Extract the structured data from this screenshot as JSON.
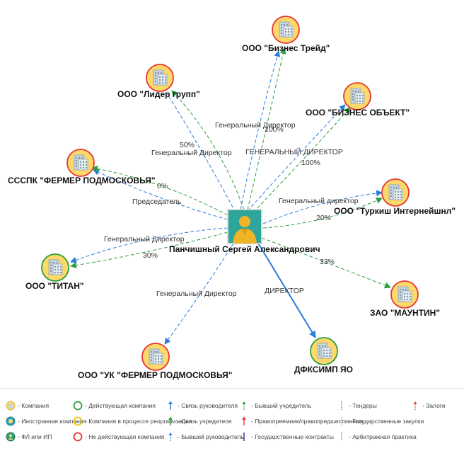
{
  "center": {
    "name": "Панчишный Сергей Александрович"
  },
  "nodes": [
    {
      "id": "lider",
      "label": "ООО \"Лидер групп\"",
      "ring": "#e53935"
    },
    {
      "id": "bt",
      "label": "ООО \"Бизнес Трейд\"",
      "ring": "#e53935"
    },
    {
      "id": "bo",
      "label": "ООО \"БИЗНЕС ОБЪЕКТ\"",
      "ring": "#e53935"
    },
    {
      "id": "sss",
      "label": "СССПК \"ФЕРМЕР ПОДМОСКОВЬЯ\"",
      "ring": "#e53935"
    },
    {
      "id": "turk",
      "label": "ООО \"Туркиш Интернейшнл\"",
      "ring": "#e53935"
    },
    {
      "id": "titan",
      "label": "ООО \"ТИТАН\"",
      "ring": "#2e9e3e"
    },
    {
      "id": "maun",
      "label": "ЗАО \"МАУНТИН\"",
      "ring": "#e53935"
    },
    {
      "id": "uk",
      "label": "ООО \"УК \"ФЕРМЕР ПОДМОСКОВЬЯ\"",
      "ring": "#e53935"
    },
    {
      "id": "dfk",
      "label": "ДФКСИМП ЯО",
      "ring": "#2e9e3e"
    }
  ],
  "edge_labels": {
    "lider_share": "50%",
    "lider_role": "Генеральный Директор",
    "bt_role": "Генеральный Директор",
    "bt_share": "100%",
    "bo_role": "ГЕНЕРАЛЬНЫЙ ДИРЕКТОР",
    "bo_share": "100%",
    "sss_share": "0%",
    "sss_role": "Председатель",
    "turk_role": "Генеральный директор",
    "turk_share": "20%",
    "titan_role": "Генеральный Директор",
    "titan_share": "30%",
    "maun_share": "33%",
    "uk_role": "Генеральный Директор",
    "dfk_role": "ДИРЕКТОР"
  },
  "colors": {
    "manager_link": "#2b7bd9",
    "founder_link": "#2e9e3e",
    "active_ring": "#2e9e3e",
    "inactive_ring": "#e53935",
    "reorg_ring": "#f2c200"
  },
  "legend": [
    {
      "label": "- Компания",
      "icon": "company-icon"
    },
    {
      "label": "- Иностранная компания",
      "icon": "foreign-company-icon"
    },
    {
      "label": "- ФЛ или ИП",
      "icon": "person-icon"
    },
    {
      "label": "- Действующая компания",
      "icon": "green-ring-icon"
    },
    {
      "label": "- Компания в процессе реорганизации",
      "icon": "yellow-ring-icon"
    },
    {
      "label": "- Не действующая компания",
      "icon": "red-ring-icon"
    },
    {
      "label": "- Связь руководителя",
      "icon": "blue-arrow-icon"
    },
    {
      "label": "- Связь учредителя",
      "icon": "green-arrow-icon"
    },
    {
      "label": "- Бывший руководитель",
      "icon": "blue-dashed-arrow-icon"
    },
    {
      "label": "- Бывший учредитель",
      "icon": "green-dashed-arrow-icon"
    },
    {
      "label": "- Правопреемник/правопредшественник",
      "icon": "red-arrow-icon"
    },
    {
      "label": "- Государственные контракты",
      "icon": "navy-line-icon"
    },
    {
      "label": "- Тендеры",
      "icon": "magenta-line-icon"
    },
    {
      "label": "- Государственные закупки",
      "icon": "orange-line-icon"
    },
    {
      "label": "- Арбитражная практика",
      "icon": "gray-line-icon"
    },
    {
      "label": "- Залоги",
      "icon": "red-dashed-arrow-icon"
    }
  ]
}
